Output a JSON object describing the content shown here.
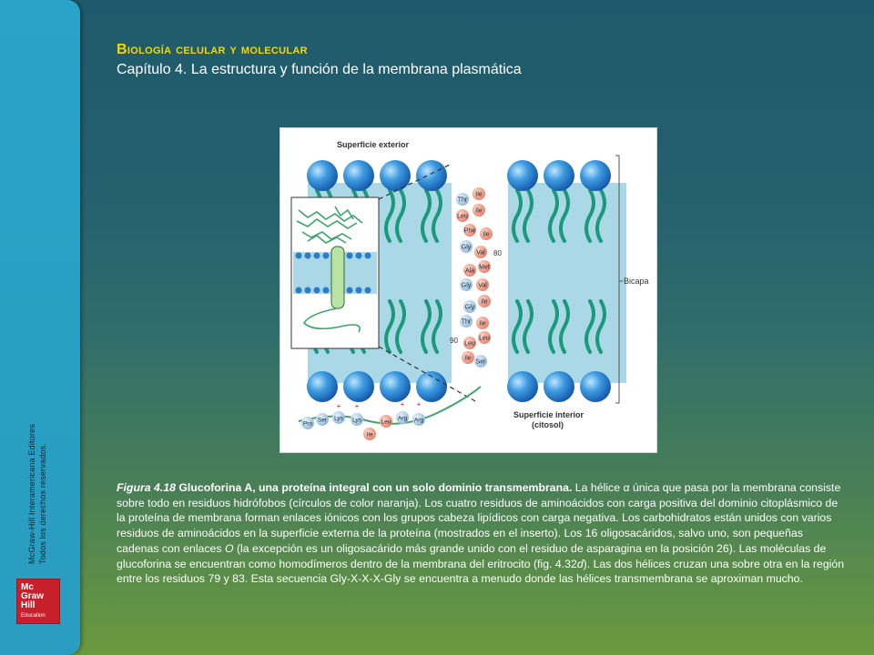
{
  "sidebar": {
    "credit_line1": "McGraw-Hill Interamericana Editores",
    "credit_line2": "Todos los derechos reservados.",
    "logo_line1": "Mc",
    "logo_line2": "Graw",
    "logo_line3": "Hill",
    "logo_line4": "Education",
    "logo_color": "#c8202a"
  },
  "header": {
    "title": "Biología celular y molecular",
    "subtitle": "Capítulo 4. La estructura y función de la membrana plasmática",
    "title_color": "#f3d800"
  },
  "figure": {
    "label_top": "Superficie exterior",
    "label_bilayer": "Bicapa",
    "label_bottom_1": "Superficie interior",
    "label_bottom_2": "(citosol)",
    "residues_helix": [
      "Thr",
      "Ile",
      "Leu",
      "Ile",
      "Phe",
      "Ile",
      "Gly",
      "Val",
      "Met",
      "Ala",
      "Gly",
      "Val",
      "Ile",
      "Gly",
      "Thr",
      "Ile",
      "Leu",
      "Leu",
      "Ile",
      "Ser"
    ],
    "residues_cyto": [
      "Pro",
      "Ser",
      "Lys",
      "Lys",
      "Ile",
      "Leu",
      "Arg",
      "Arg"
    ],
    "num_80": "80",
    "num_90": "90",
    "plus": "+",
    "minus": "–"
  },
  "caption": {
    "fig_label": "Figura 4.18",
    "fig_head": "Glucoforina A, una proteína integral con un solo dominio transmembrana.",
    "body": " La hélice α única que pasa por la membrana consiste sobre todo en residuos hidrófobos (círculos de color naranja). Los cuatro residuos de aminoácidos con carga positiva del dominio citoplásmico de la proteína de membrana forman enlaces iónicos con los grupos cabeza lipídicos con carga negativa. Los carbohidratos están unidos con varios residuos de aminoácidos en la superficie externa de la proteína (mostrados en el inserto). Los 16 oligosacáridos, salvo uno, son pequeñas cadenas con enlaces ",
    "italic_o": "O",
    "body2": " (la excepción es un oligosacárido más grande unido con el residuo de asparagina en la posición 26). Las moléculas de glucoforina se encuentran como homodímeros dentro de la membrana del eritrocito (fig. 4.32",
    "italic_d": "d",
    "body3": "). Las dos hélices cruzan una sobre otra en la región entre los residuos 79 y 83. Esta secuencia Gly-X-X-X-Gly se encuentra a menudo donde las hélices transmembrana se aproximan mucho."
  }
}
